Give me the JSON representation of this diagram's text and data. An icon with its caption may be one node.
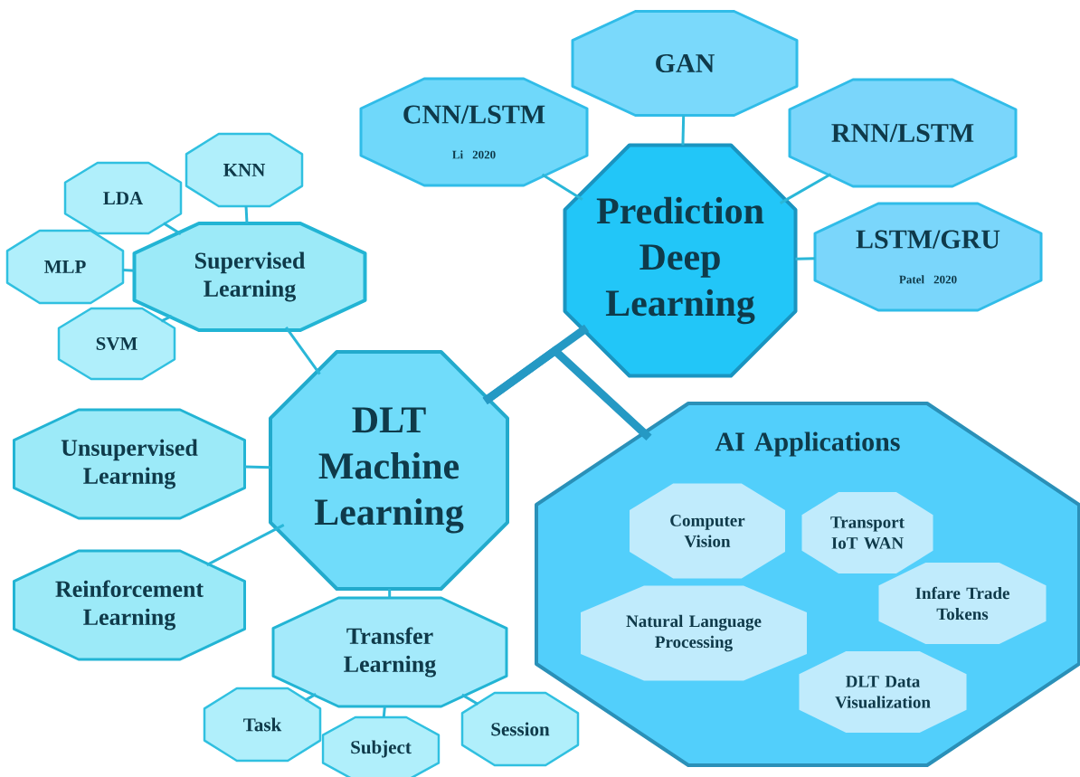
{
  "diagram": {
    "nodes": [
      {
        "text": [
          "Prediction Deep Learning"
        ]
      },
      {
        "text": [
          "GAN"
        ]
      },
      {
        "text": [
          "CNN/LSTM",
          "Li 2020"
        ]
      },
      {
        "text": [
          "RNN/LSTM"
        ]
      },
      {
        "text": [
          "LSTM/GRU",
          "Patel 2020"
        ]
      },
      {
        "text": [
          "DLT Machine Learning"
        ]
      },
      {
        "text": [
          "Supervised Learning"
        ]
      },
      {
        "text": [
          "LDA"
        ]
      },
      {
        "text": [
          "KNN"
        ]
      },
      {
        "text": [
          "MLP"
        ]
      },
      {
        "text": [
          "SVM"
        ]
      },
      {
        "text": [
          "Unsupervised Learning"
        ]
      },
      {
        "text": [
          "Reinforcement Learning"
        ]
      },
      {
        "text": [
          "Transfer Learning"
        ]
      },
      {
        "text": [
          "Task"
        ]
      },
      {
        "text": [
          "Subject"
        ]
      },
      {
        "text": [
          "Session"
        ]
      },
      {
        "text": [
          "AI Applications"
        ]
      },
      {
        "text": [
          "Computer Vision"
        ],
        "in": 17
      },
      {
        "text": [
          "Transport IoT WAN"
        ],
        "in": 17
      },
      {
        "text": [
          "Infare Trade Tokens"
        ],
        "in": 17
      },
      {
        "text": [
          "Natural Language Processing"
        ],
        "in": 17
      },
      {
        "text": [
          "DLT Data Visualization"
        ],
        "in": 17
      }
    ],
    "edges": [
      {
        "from": 0,
        "to": 1,
        "arrow": "none"
      },
      {
        "from": 0,
        "to": 2,
        "arrow": "none"
      },
      {
        "from": 0,
        "to": 3,
        "arrow": "none"
      },
      {
        "from": 0,
        "to": 4,
        "arrow": "none"
      },
      {
        "from": 5,
        "to": 0,
        "arrow": "none",
        "style": "thick",
        "color": "#2599c4"
      },
      {
        "from": 5,
        "to": 17,
        "arrow": "none",
        "style": "thick",
        "color": "#2599c4"
      },
      {
        "from": 5,
        "to": 6,
        "arrow": "none"
      },
      {
        "from": 6,
        "to": 7,
        "arrow": "none"
      },
      {
        "from": 6,
        "to": 8,
        "arrow": "none"
      },
      {
        "from": 6,
        "to": 9,
        "arrow": "none"
      },
      {
        "from": 6,
        "to": 10,
        "arrow": "none"
      },
      {
        "from": 5,
        "to": 11,
        "arrow": "none"
      },
      {
        "from": 5,
        "to": 12,
        "arrow": "none"
      },
      {
        "from": 5,
        "to": 13,
        "arrow": "none"
      },
      {
        "from": 13,
        "to": 14,
        "arrow": "none"
      },
      {
        "from": 13,
        "to": 15,
        "arrow": "none"
      },
      {
        "from": 13,
        "to": 16,
        "arrow": "none"
      }
    ]
  }
}
